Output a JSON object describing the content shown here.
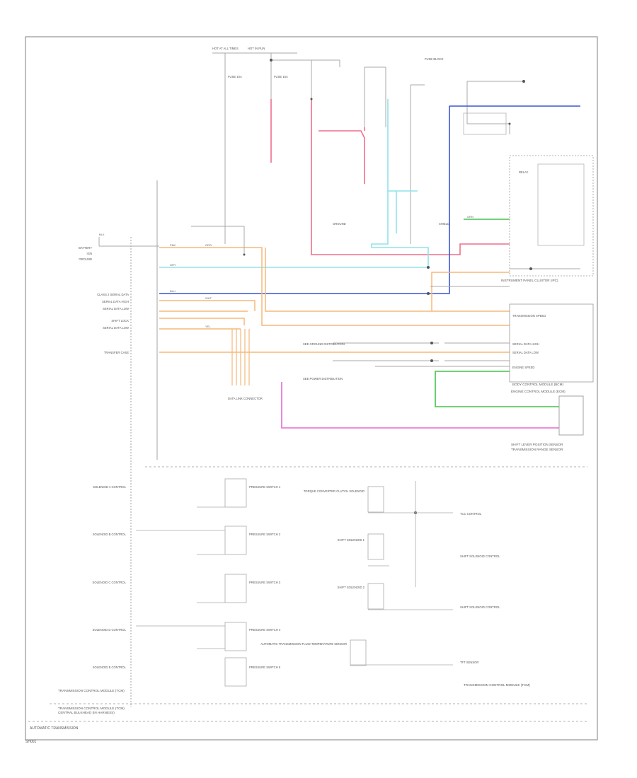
{
  "title": "AUTOMATIC TRANSMISSION",
  "page_code": "SH001",
  "colors": {
    "red": "#ef6f8a",
    "cyan": "#8fe3ea",
    "blue": "#3b55d8",
    "orange": "#f5b87a",
    "green": "#44c24a",
    "magenta": "#e36ad2",
    "wire": "#a8a8a8",
    "frame": "#8a8a8a"
  },
  "modules": {
    "tcm_left": "TRANSMISSION CONTROL MODULE (TCM)",
    "tcm_right": "TRANSMISSION CONTROL MODULE (TCM)",
    "ecm": "ENGINE CONTROL MODULE (ECM)",
    "ipc": "INSTRUMENT PANEL CLUSTER (IPC)",
    "bcm": "BODY CONTROL MODULE (BCM)",
    "shifter": "SHIFT LEVER POSITION SENSOR",
    "shift_sensor": "TRANSMISSION RANGE SENSOR"
  },
  "pin_labels": [
    "BATTERY",
    "IGN",
    "GROUND",
    "CLASS 2 SERIAL DATA",
    "SERIAL DATA HIGH",
    "SERIAL DATA LOW",
    "SHIFT LOCK",
    "SERIAL DATA LOW",
    "TRANSFER CASE"
  ],
  "ecm_pins": [
    "TRANSMISSION SPEED",
    "SERIAL DATA HIGH",
    "SERIAL DATA LOW",
    "ENGINE SPEED"
  ],
  "solenoid_controls": [
    "SOLENOID A CONTROL",
    "SOLENOID B CONTROL",
    "SOLENOID C CONTROL",
    "SOLENOID D CONTROL",
    "SOLENOID E CONTROL"
  ],
  "pressure_switches": [
    "PRESSURE SWITCH 1",
    "PRESSURE SWITCH 2",
    "PRESSURE SWITCH 3",
    "PRESSURE SWITCH 4",
    "PRESSURE SWITCH 5"
  ],
  "right_internal": [
    "TORQUE CONVERTER CLUTCH SOLENOID",
    "SHIFT SOLENOID 1",
    "SHIFT SOLENOID 2",
    "AUTOMATIC TRANSMISSION FLUID TEMPERATURE SENSOR"
  ],
  "right_labels": [
    "TCC CONTROL",
    "SHIFT SOLENOID CONTROL",
    "SHIFT SOLENOID CONTROL",
    "TFT SENSOR"
  ],
  "fuses": [
    "HOT AT ALL TIMES",
    "HOT IN RUN",
    "FUSE BLOCK",
    "FUSE 10A",
    "FUSE 15A",
    "RELAY"
  ],
  "wire_colors": {
    "pink": "PNK",
    "org": "ORG",
    "blu": "BLU",
    "grn": "GRN",
    "yel": "YEL",
    "gry": "GRY",
    "wht": "WHT",
    "blk": "BLK"
  },
  "notes": [
    "SEE GROUND DISTRIBUTION",
    "SEE POWER DISTRIBUTION",
    "DATA LINK CONNECTOR",
    "GROUND",
    "SHIELD"
  ],
  "connector_bottom": "TRANSMISSION CONTROL MODULE (TCM)",
  "connector_note": "CENTRAL BULKHEAD (IN HARNESS)"
}
